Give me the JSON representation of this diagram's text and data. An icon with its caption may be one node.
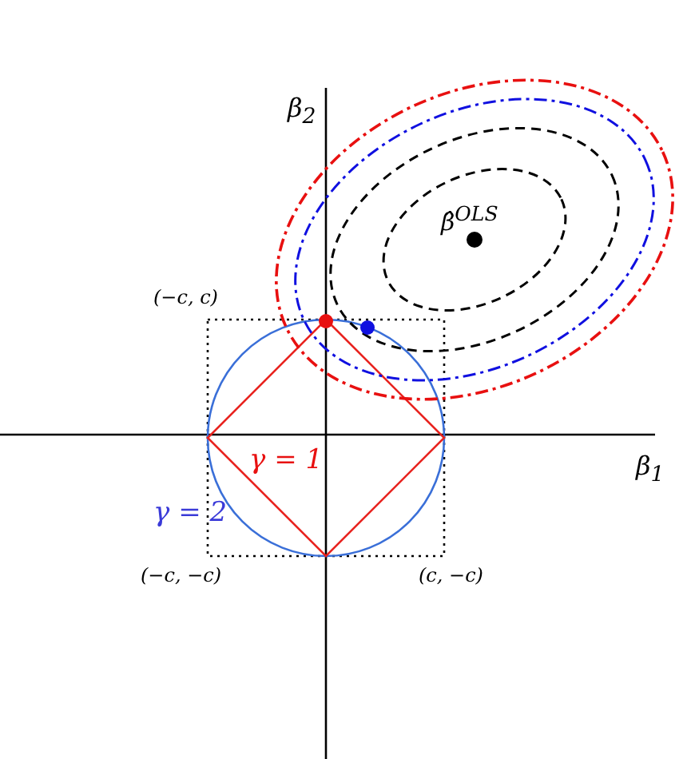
{
  "diagram": {
    "labels": [
      "β$_{2}$",
      "β̂$^{OLS}$",
      "(−c, c)",
      "β$_{1}$",
      "γ = 1",
      "γ = 2",
      "(−c, −c)",
      "(c, −c)"
    ]
  }
}
